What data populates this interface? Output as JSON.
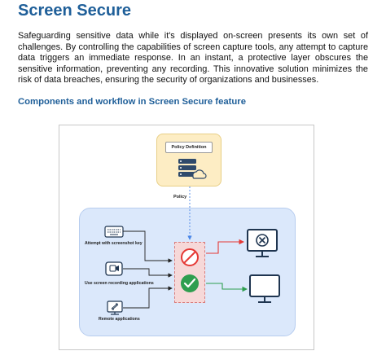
{
  "document": {
    "title": "Screen Secure",
    "paragraph": "Safeguarding sensitive data while it's displayed on-screen presents its own set of challenges. By controlling the capabilities of screen capture tools, any attempt to capture data triggers an immediate response. In an instant, a protective layer obscures the sensitive information, preventing any recording. This innovative solution minimizes the risk of data breaches, ensuring the security of organizations and businesses.",
    "subtitle": "Components and workflow in Screen Secure feature"
  },
  "diagram": {
    "policy_definition_label": "Policy Definition",
    "policy_label": "Policy",
    "sources": [
      {
        "label": "Attempt with screenshot key",
        "icon": "keyboard-icon"
      },
      {
        "label": "Use screen recording applications",
        "icon": "video-camera-icon"
      },
      {
        "label": "Remote applications",
        "icon": "remote-desktop-icon"
      }
    ],
    "outcomes": [
      {
        "status_icon": "blocked-icon",
        "screen_icon": "monitor-blocked-icon",
        "color": "#e53935"
      },
      {
        "status_icon": "allowed-check-icon",
        "screen_icon": "monitor-icon",
        "color": "#2e9e4f"
      }
    ],
    "colors": {
      "policy_box": "#fdedc4",
      "workflow_box": "#dbe8fb",
      "blocked": "#e53935",
      "allowed": "#2e9e4f",
      "policy_connector": "#4a86e8"
    }
  }
}
